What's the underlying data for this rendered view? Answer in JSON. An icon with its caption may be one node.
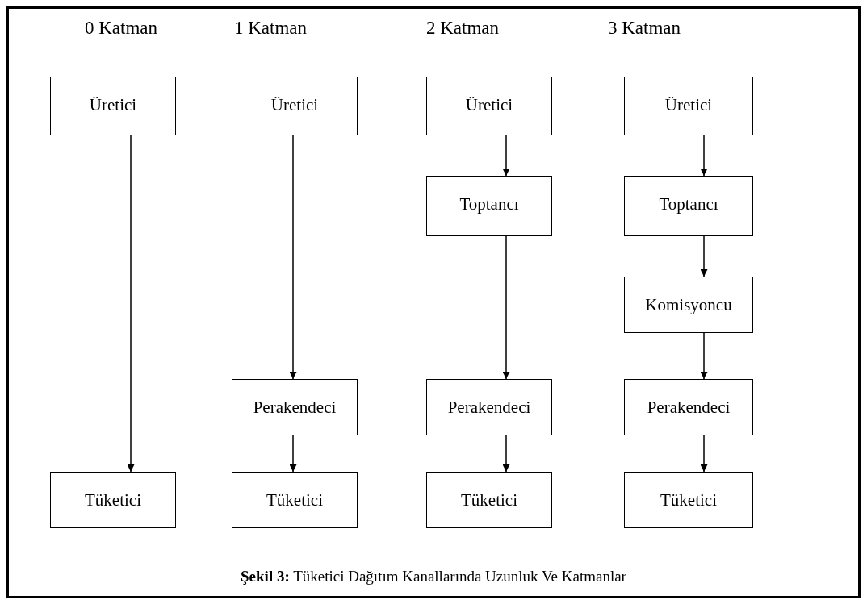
{
  "diagram": {
    "caption": "**Şekil 3:** Tüketici Dağıtım Kanallarında Uzunluk Ve Katmanlar",
    "nodes": [
      {
        "text": [
          "Üretici"
        ]
      },
      {
        "text": [
          "Tüketici"
        ]
      },
      {
        "text": [
          "Üretici"
        ]
      },
      {
        "text": [
          "Perakendeci"
        ]
      },
      {
        "text": [
          "Tüketici"
        ]
      },
      {
        "text": [
          "Üretici"
        ]
      },
      {
        "text": [
          "Toptancı"
        ]
      },
      {
        "text": [
          "Perakendeci"
        ]
      },
      {
        "text": [
          "Tüketici"
        ]
      },
      {
        "text": [
          "Üretici"
        ]
      },
      {
        "text": [
          "Toptancı"
        ]
      },
      {
        "text": [
          "Komisyoncu"
        ]
      },
      {
        "text": [
          "Perakendeci"
        ]
      },
      {
        "text": [
          "Tüketici"
        ]
      }
    ],
    "edges": [
      {
        "from": 0,
        "to": 1,
        "arrow": "to"
      },
      {
        "from": 2,
        "to": 3,
        "arrow": "to"
      },
      {
        "from": 3,
        "to": 4,
        "arrow": "to"
      },
      {
        "from": 5,
        "to": 6,
        "arrow": "to"
      },
      {
        "from": 6,
        "to": 7,
        "arrow": "to"
      },
      {
        "from": 7,
        "to": 8,
        "arrow": "to"
      },
      {
        "from": 9,
        "to": 10,
        "arrow": "to"
      },
      {
        "from": 10,
        "to": 11,
        "arrow": "to"
      },
      {
        "from": 11,
        "to": 12,
        "arrow": "to"
      },
      {
        "from": 12,
        "to": 13,
        "arrow": "to"
      }
    ],
    "labels": [
      "0 Katman",
      "1 Katman",
      "2 Katman",
      "3 Katman"
    ]
  }
}
